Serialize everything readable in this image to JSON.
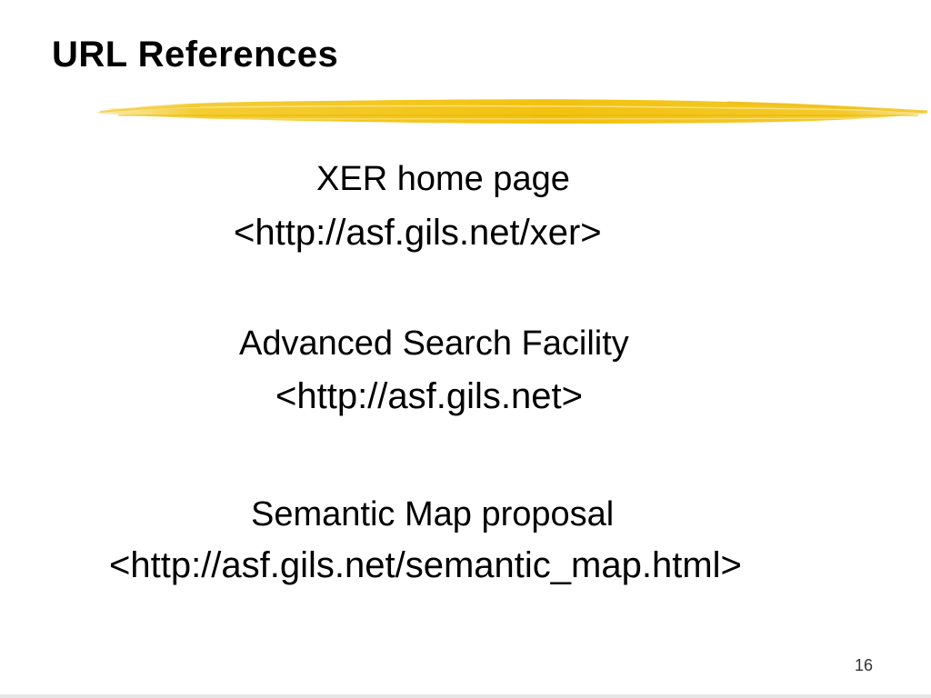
{
  "slide": {
    "title": "URL References",
    "accent_color": "#f2c618",
    "entries": [
      {
        "label": "XER home page",
        "url": "<http://asf.gils.net/xer>"
      },
      {
        "label": "Advanced Search Facility",
        "url": "<http://asf.gils.net>"
      },
      {
        "label": "Semantic Map proposal",
        "url": "<http://asf.gils.net/semantic_map.html>"
      }
    ],
    "page_number": "16"
  }
}
